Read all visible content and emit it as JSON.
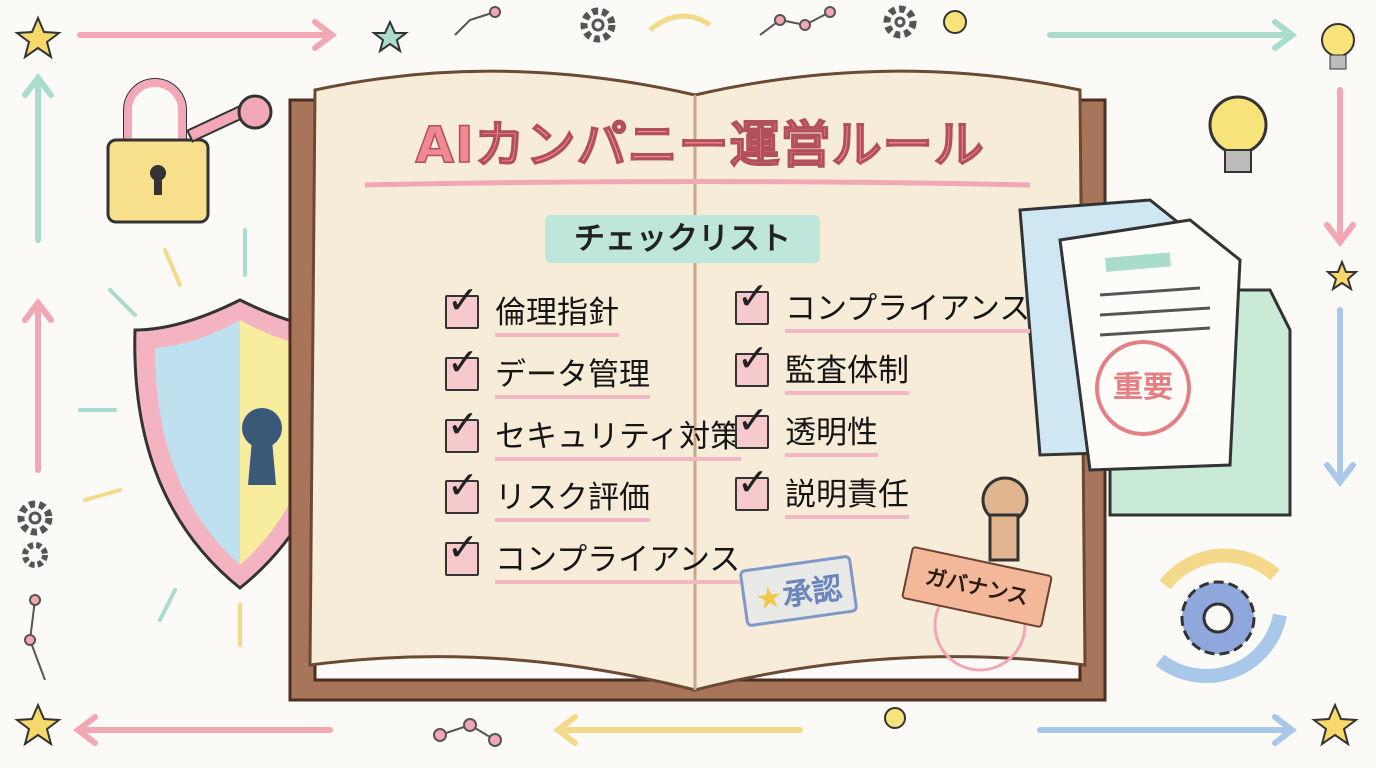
{
  "title": "AIカンパニー運営ルール",
  "subtitle": "チェックリスト",
  "checklist_left": [
    {
      "label": "倫理指針",
      "checked": true
    },
    {
      "label": "データ管理",
      "checked": true
    },
    {
      "label": "セキュリティ対策",
      "checked": true
    },
    {
      "label": "リスク評価",
      "checked": true
    },
    {
      "label": "コンプライアンス",
      "checked": true
    }
  ],
  "checklist_right": [
    {
      "label": "コンプライアンス",
      "checked": true
    },
    {
      "label": "監査体制",
      "checked": true
    },
    {
      "label": "透明性",
      "checked": true
    },
    {
      "label": "説明責任",
      "checked": true
    }
  ],
  "stamps": {
    "approve": "承認",
    "governance": "ガバナンス",
    "important": "重要"
  },
  "check_glyph": "✓",
  "star_glyph": "★",
  "colors": {
    "title": "#f08a90",
    "highlight": "#bfe6da",
    "checkbox": "#f6c9cc",
    "shield_left": "#bfe0ef",
    "shield_right": "#f8ec9e",
    "stamp_blue": "#6a86bd"
  },
  "icons": [
    "lock-icon",
    "key-icon",
    "shield-icon",
    "keyhole-icon",
    "lightbulb-icon",
    "gear-icon",
    "star-icon",
    "document-icon",
    "arrow-icon",
    "book-icon"
  ]
}
